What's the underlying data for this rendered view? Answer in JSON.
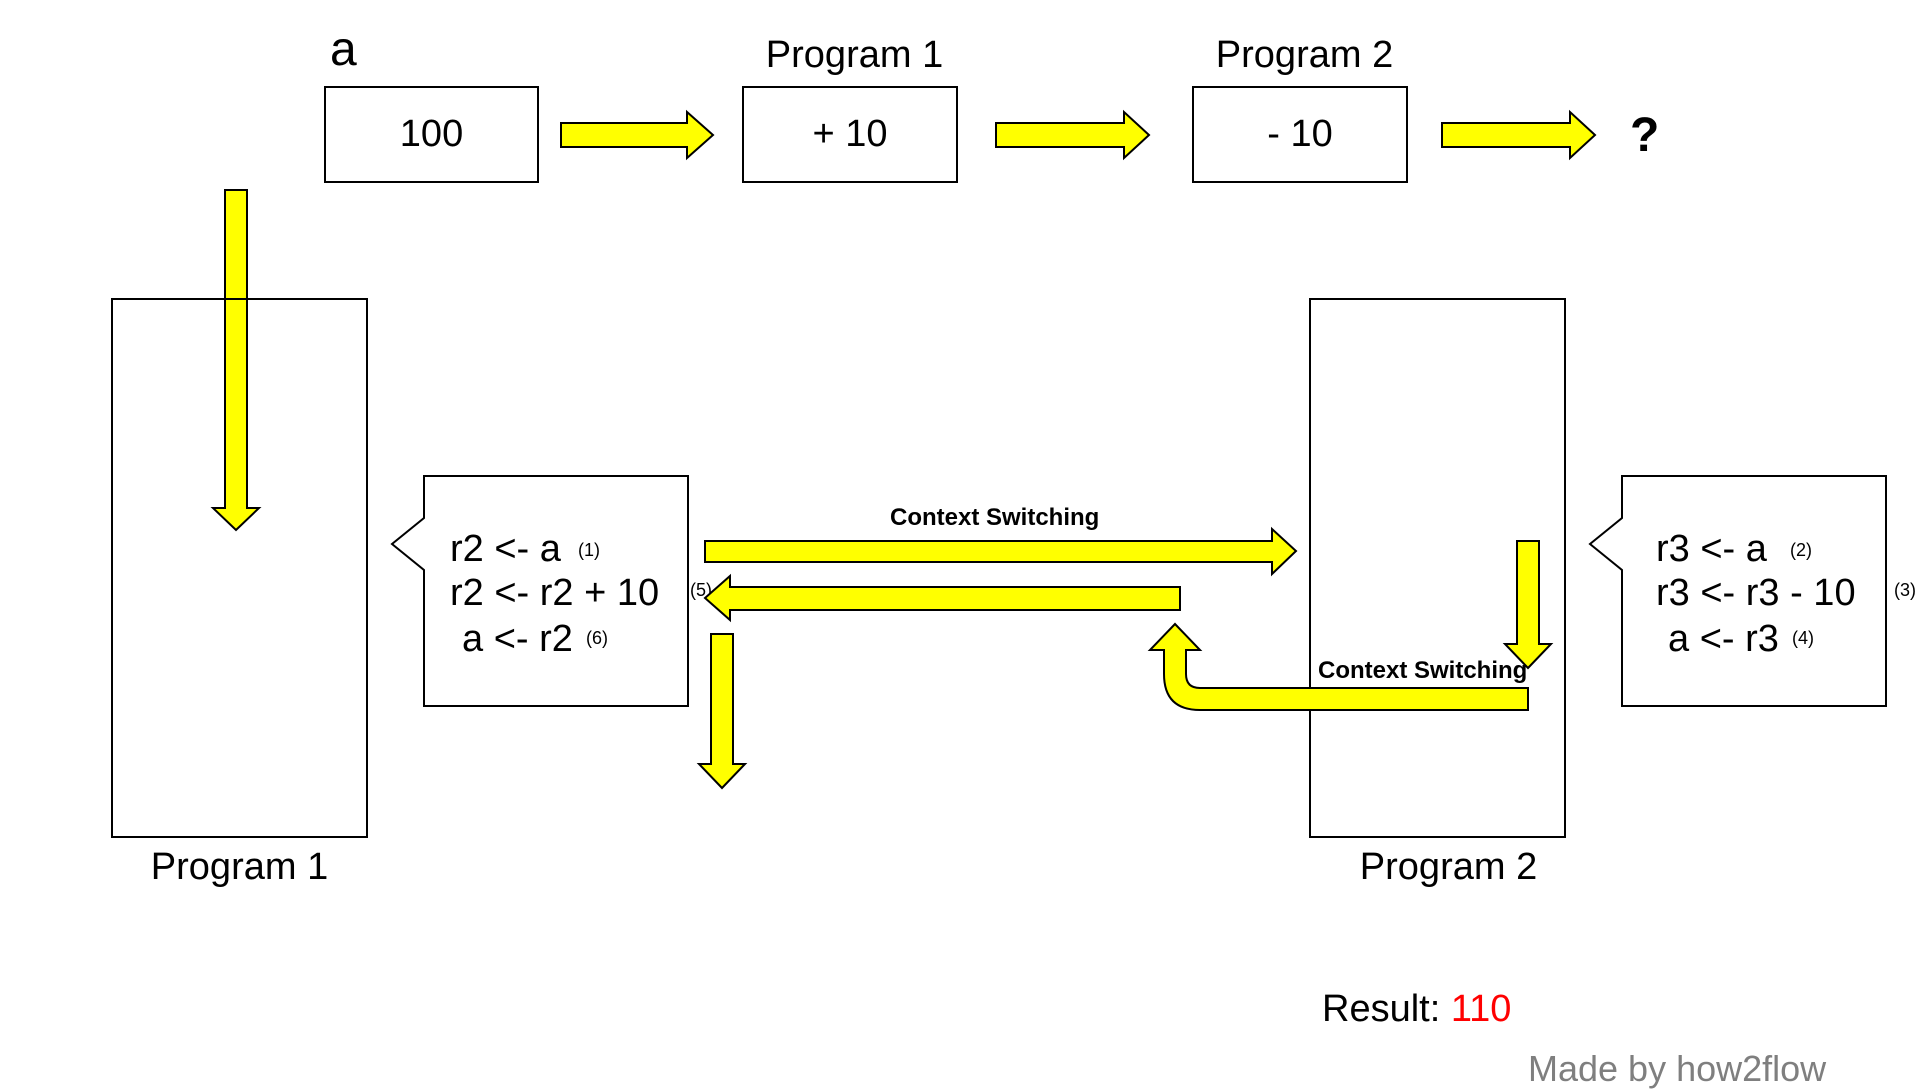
{
  "top_row": {
    "var_label": "a",
    "value_box": "100",
    "program1_title": "Program 1",
    "program1_op": "+ 10",
    "program2_title": "Program 2",
    "program2_op": "- 10",
    "result_mark": "?"
  },
  "program1": {
    "label": "Program 1",
    "lines": [
      "r2 <- a",
      "r2 <- r2 + 10",
      "a <- r2"
    ],
    "steps": [
      "(1)",
      "(5)",
      "(6)"
    ]
  },
  "program2": {
    "label": "Program 2",
    "lines": [
      "r3 <- a",
      "r3 <- r3 - 10",
      "a <- r3"
    ],
    "steps": [
      "(2)",
      "(3)",
      "(4)"
    ]
  },
  "context_switch_labels": [
    "Context Switching",
    "Context Switching"
  ],
  "result": {
    "label": "Result:",
    "value": "110"
  },
  "credit": "Made by how2flow",
  "colors": {
    "arrow_fill": "#ffff00",
    "result_value": "#ff0000",
    "credit": "#7f7f7f"
  }
}
